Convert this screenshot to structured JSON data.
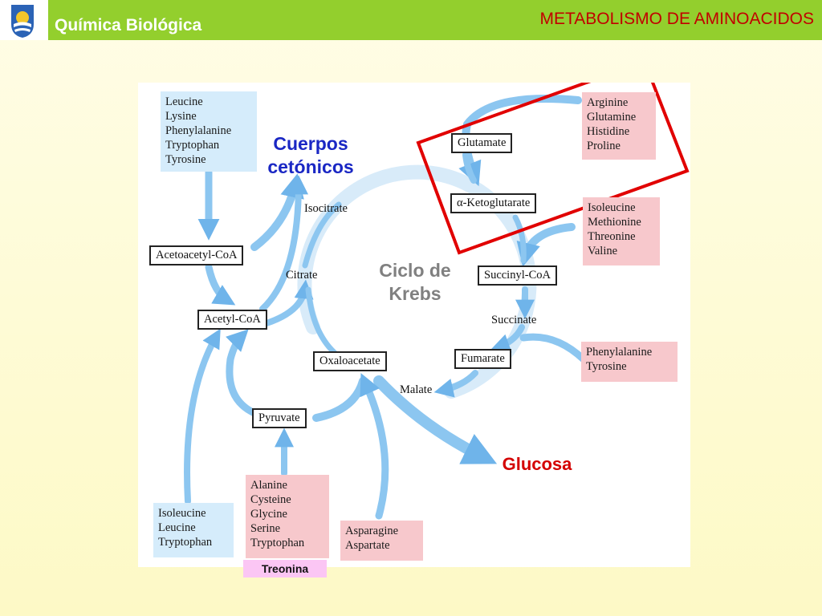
{
  "header": {
    "left_title": "Química Biológica",
    "right_title": "METABOLISMO DE AMINOACIDOS"
  },
  "colors": {
    "header_green": "#93cf2d",
    "arrow_blue": "#8cc6f0",
    "highlight_red": "#e10000",
    "label_red": "#d40000"
  },
  "groups": {
    "ketogenic": [
      "Leucine",
      "Lysine",
      "Phenylalanine",
      "Tryptophan",
      "Tyrosine"
    ],
    "glutamate_family": [
      "Arginine",
      "Glutamine",
      "Histidine",
      "Proline"
    ],
    "succinyl_family": [
      "Isoleucine",
      "Methionine",
      "Threonine",
      "Valine"
    ],
    "fumarate_family": [
      "Phenylalanine",
      "Tyrosine"
    ],
    "acetyl_family": [
      "Isoleucine",
      "Leucine",
      "Tryptophan"
    ],
    "pyruvate_family": [
      "Alanine",
      "Cysteine",
      "Glycine",
      "Serine",
      "Tryptophan"
    ],
    "oxaloacetate_family": [
      "Asparagine",
      "Aspartate"
    ]
  },
  "metabolites": {
    "glutamate": "Glutamate",
    "alpha_ketoglutarate": "α-Ketoglutarate",
    "succinyl_coa": "Succinyl-CoA",
    "succinate": "Succinate",
    "fumarate": "Fumarate",
    "malate": "Malate",
    "oxaloacetate": "Oxaloacetate",
    "citrate": "Citrate",
    "isocitrate": "Isocitrate",
    "acetyl_coa": "Acetyl-CoA",
    "acetoacetyl_coa": "Acetoacetyl-CoA",
    "pyruvate": "Pyruvate"
  },
  "labels": {
    "ketone_bodies": [
      "Cuerpos",
      "cetónicos"
    ],
    "krebs": [
      "Ciclo de",
      "Krebs"
    ],
    "glucose": "Glucosa",
    "threonine_note": "Treonina"
  }
}
